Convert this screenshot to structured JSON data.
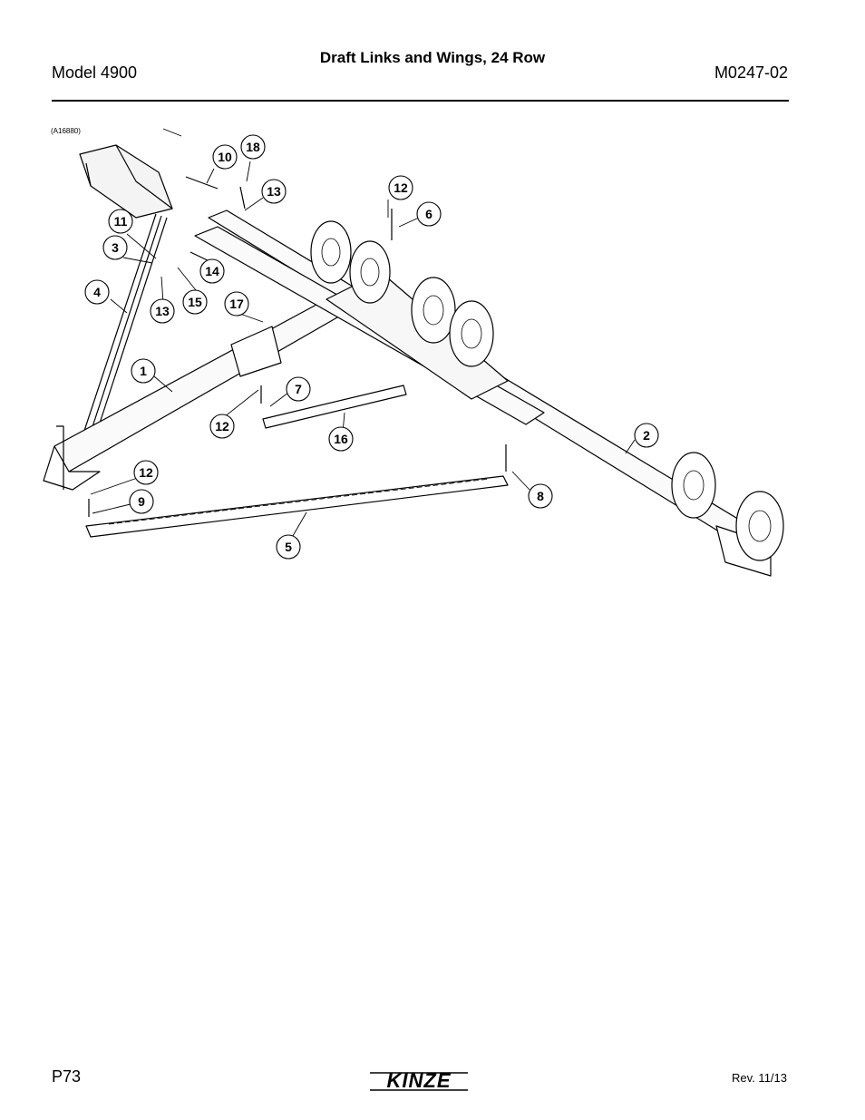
{
  "header": {
    "title": "Draft Links and Wings, 24 Row",
    "model": "Model 4900",
    "doc_number": "M0247-02"
  },
  "figure": {
    "id": "(A16880)",
    "callouts": [
      "10",
      "18",
      "13",
      "12",
      "6",
      "11",
      "3",
      "14",
      "4",
      "13",
      "15",
      "17",
      "1",
      "7",
      "12",
      "16",
      "2",
      "12",
      "9",
      "8",
      "5"
    ]
  },
  "footer": {
    "page": "P73",
    "brand": "KINZE",
    "revision": "Rev. 11/13"
  }
}
